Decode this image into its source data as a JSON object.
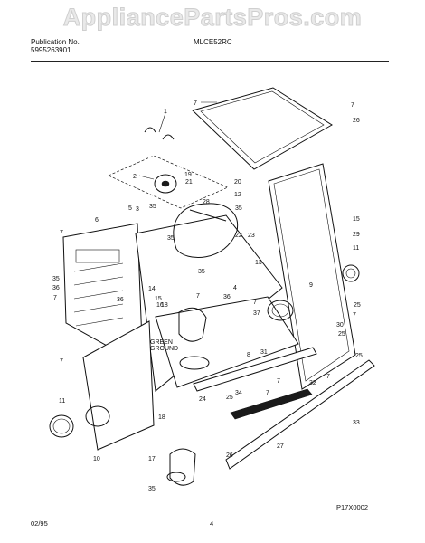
{
  "watermark": "AppliancePartsPros.com",
  "header": {
    "publication_label": "Publication No.",
    "publication_number": "5995263901",
    "model": "MLCE52RC"
  },
  "footer": {
    "date": "02/95",
    "page": "4",
    "figure_code": "P17X0002"
  },
  "callouts": [
    "1",
    "2",
    "3",
    "4",
    "5",
    "6",
    "7",
    "7",
    "7",
    "7",
    "7",
    "7",
    "7",
    "7",
    "7",
    "7",
    "7",
    "8",
    "9",
    "10",
    "11",
    "11",
    "12",
    "13",
    "14",
    "15",
    "15",
    "16",
    "17",
    "18",
    "18",
    "19",
    "20",
    "21",
    "22",
    "23",
    "24",
    "25",
    "25",
    "25",
    "25",
    "26",
    "26",
    "27",
    "28",
    "29",
    "30",
    "31",
    "32",
    "33",
    "34",
    "35",
    "35",
    "35",
    "35",
    "35",
    "35",
    "36",
    "36",
    "36",
    "37"
  ],
  "ground_label": [
    "GREEN",
    "GROUND"
  ]
}
